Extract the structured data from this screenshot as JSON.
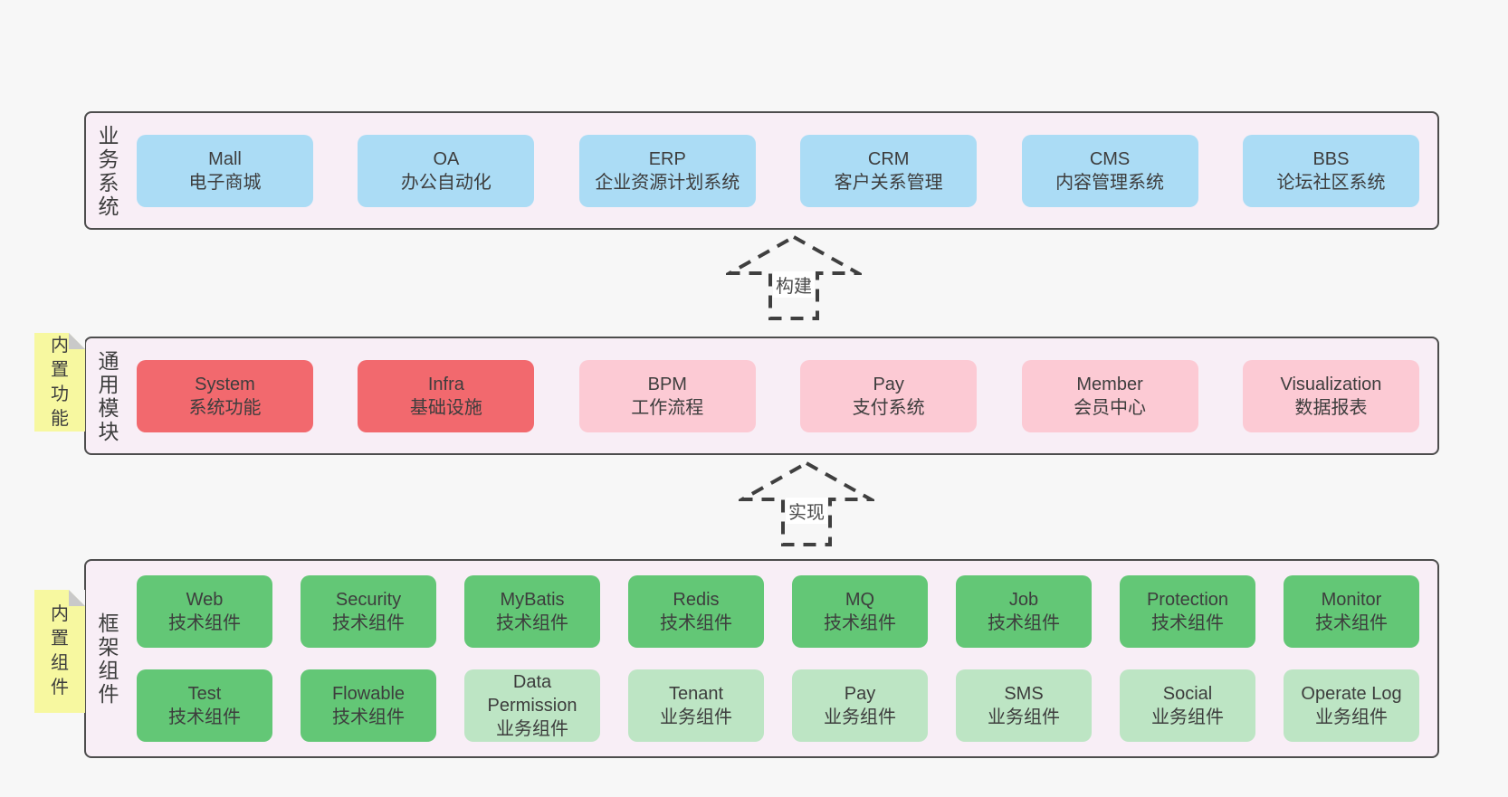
{
  "layers": {
    "business": {
      "side_label": "业务系统",
      "boxes": [
        {
          "title": "Mall",
          "subtitle": "电子商城",
          "variant": "blue"
        },
        {
          "title": "OA",
          "subtitle": "办公自动化",
          "variant": "blue"
        },
        {
          "title": "ERP",
          "subtitle": "企业资源计划系统",
          "variant": "blue"
        },
        {
          "title": "CRM",
          "subtitle": "客户关系管理",
          "variant": "blue"
        },
        {
          "title": "CMS",
          "subtitle": "内容管理系统",
          "variant": "blue"
        },
        {
          "title": "BBS",
          "subtitle": "论坛社区系统",
          "variant": "blue"
        }
      ]
    },
    "modules": {
      "side_label": "通用模块",
      "sticky_label": "内置功能",
      "boxes": [
        {
          "title": "System",
          "subtitle": "系统功能",
          "variant": "red"
        },
        {
          "title": "Infra",
          "subtitle": "基础设施",
          "variant": "red"
        },
        {
          "title": "BPM",
          "subtitle": "工作流程",
          "variant": "pink"
        },
        {
          "title": "Pay",
          "subtitle": "支付系统",
          "variant": "pink"
        },
        {
          "title": "Member",
          "subtitle": "会员中心",
          "variant": "pink"
        },
        {
          "title": "Visualization",
          "subtitle": "数据报表",
          "variant": "pink"
        }
      ]
    },
    "components": {
      "side_label": "框架组件",
      "sticky_label": "内置组件",
      "row1": [
        {
          "title": "Web",
          "subtitle": "技术组件",
          "variant": "green"
        },
        {
          "title": "Security",
          "subtitle": "技术组件",
          "variant": "green"
        },
        {
          "title": "MyBatis",
          "subtitle": "技术组件",
          "variant": "green"
        },
        {
          "title": "Redis",
          "subtitle": "技术组件",
          "variant": "green"
        },
        {
          "title": "MQ",
          "subtitle": "技术组件",
          "variant": "green"
        },
        {
          "title": "Job",
          "subtitle": "技术组件",
          "variant": "green"
        },
        {
          "title": "Protection",
          "subtitle": "技术组件",
          "variant": "green"
        },
        {
          "title": "Monitor",
          "subtitle": "技术组件",
          "variant": "green"
        }
      ],
      "row2": [
        {
          "title": "Test",
          "subtitle": "技术组件",
          "variant": "green"
        },
        {
          "title": "Flowable",
          "subtitle": "技术组件",
          "variant": "green"
        },
        {
          "title": "Data Permission",
          "subtitle": "业务组件",
          "variant": "lightgreen"
        },
        {
          "title": "Tenant",
          "subtitle": "业务组件",
          "variant": "lightgreen"
        },
        {
          "title": "Pay",
          "subtitle": "业务组件",
          "variant": "lightgreen"
        },
        {
          "title": "SMS",
          "subtitle": "业务组件",
          "variant": "lightgreen"
        },
        {
          "title": "Social",
          "subtitle": "业务组件",
          "variant": "lightgreen"
        },
        {
          "title": "Operate Log",
          "subtitle": "业务组件",
          "variant": "lightgreen"
        }
      ]
    }
  },
  "arrows": {
    "build": "构建",
    "implement": "实现"
  },
  "colors": {
    "page_bg": "#f7f7f7",
    "panel_bg": "#f8eef6",
    "panel_border": "#4d4d4d",
    "blue": "#abdcf5",
    "red": "#f2696e",
    "pink": "#fccad4",
    "green": "#63c776",
    "light_green": "#bde5c4",
    "sticky_yellow": "#f7f8a0",
    "text": "#3d3d3d"
  }
}
